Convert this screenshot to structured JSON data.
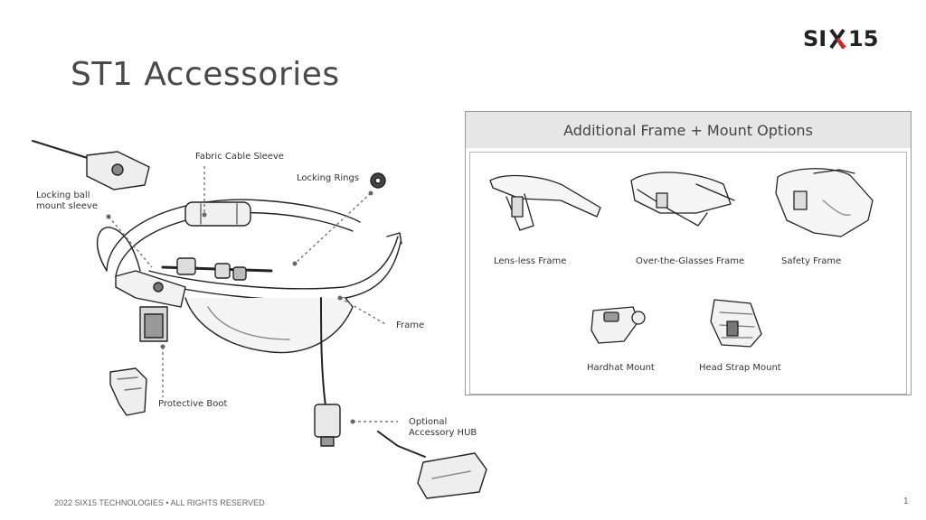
{
  "slide": {
    "title": "ST1 Accessories",
    "logo_text": "SIX15",
    "footer": "2022 SIX15 TECHNOLOGIES • ALL RIGHTS RESERVED",
    "page_number": "1"
  },
  "callouts": {
    "fabric_cable_sleeve": "Fabric Cable Sleeve",
    "locking_rings": "Locking Rings",
    "locking_ball_mount_sleeve_1": "Locking ball",
    "locking_ball_mount_sleeve_2": "mount sleeve",
    "frame": "Frame",
    "protective_boot": "Protective Boot",
    "optional_hub_1": "Optional",
    "optional_hub_2": "Accessory HUB"
  },
  "options_panel": {
    "heading": "Additional Frame + Mount Options",
    "items": {
      "lens_less": "Lens-less Frame",
      "over_glasses": "Over-the-Glasses Frame",
      "safety": "Safety Frame",
      "hardhat": "Hardhat Mount",
      "head_strap": "Head Strap Mount"
    }
  },
  "colors": {
    "accent": "#d9262c",
    "ink": "#222222",
    "panel_header": "#e6e6e6"
  }
}
